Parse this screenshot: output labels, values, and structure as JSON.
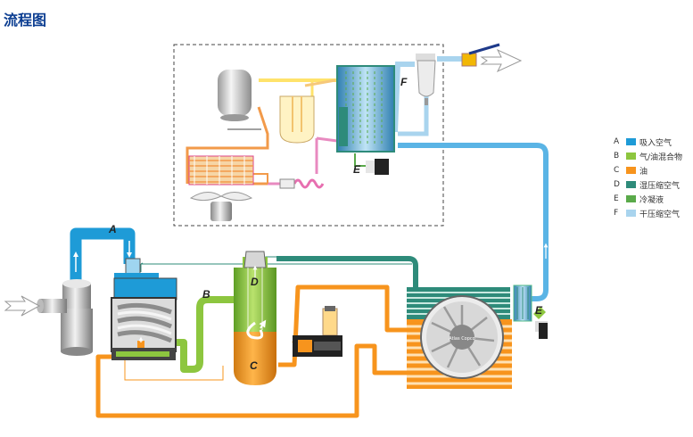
{
  "title": "流程图",
  "diagram": {
    "labels": {
      "a": "A",
      "b": "B",
      "c": "C",
      "d": "D",
      "e_dryer": "E",
      "e_cooler": "E",
      "f": "F"
    }
  },
  "legend": [
    {
      "key": "A",
      "text": "吸入空气",
      "color": "#1e9bd7"
    },
    {
      "key": "B",
      "text": "气/油混合物",
      "color": "#8dc63f"
    },
    {
      "key": "C",
      "text": "油",
      "color": "#f7941d"
    },
    {
      "key": "D",
      "text": "湿压缩空气",
      "color": "#2e8b7a"
    },
    {
      "key": "E",
      "text": "冷凝液",
      "color": "#5aaa4a"
    },
    {
      "key": "F",
      "text": "干压缩空气",
      "color": "#a9d4ee"
    }
  ],
  "colors": {
    "intake": "#1e9bd7",
    "mixture": "#8dc63f",
    "oil": "#f7941d",
    "wet_air": "#2e8b7a",
    "condensate": "#5aaa4a",
    "dry_air": "#a9d4ee",
    "title": "#0b3d91"
  }
}
